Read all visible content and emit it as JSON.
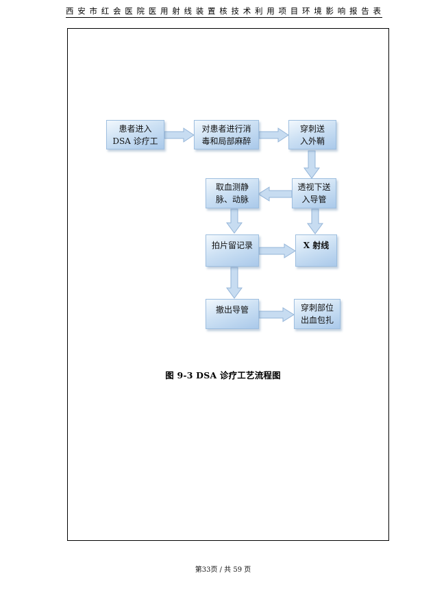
{
  "header": {
    "title": "西安市红会医院医用射线装置核技术利用项目环境影响报告表"
  },
  "flowchart": {
    "boxes": {
      "patient_enter": [
        "患者进入",
        "DSA 诊疗工"
      ],
      "disinfect": [
        "对患者进行消",
        "毒和局部麻醉"
      ],
      "puncture_sheath": [
        "穿刺送",
        "入外鞘"
      ],
      "insert_catheter": [
        "透视下送",
        "入导管"
      ],
      "blood_sample": [
        "取血测静",
        "脉、动脉"
      ],
      "record": [
        "拍片留记录"
      ],
      "xray": [
        "X 射线"
      ],
      "withdraw": [
        "撤出导管"
      ],
      "bandage": [
        "穿刺部位",
        "出血包扎"
      ]
    },
    "arrow_fill": "#c7dcf1",
    "arrow_stroke": "#93b4d8"
  },
  "caption": "图 9-3 DSA 诊疗工艺流程图",
  "footer": "第33页 / 共 59 页"
}
